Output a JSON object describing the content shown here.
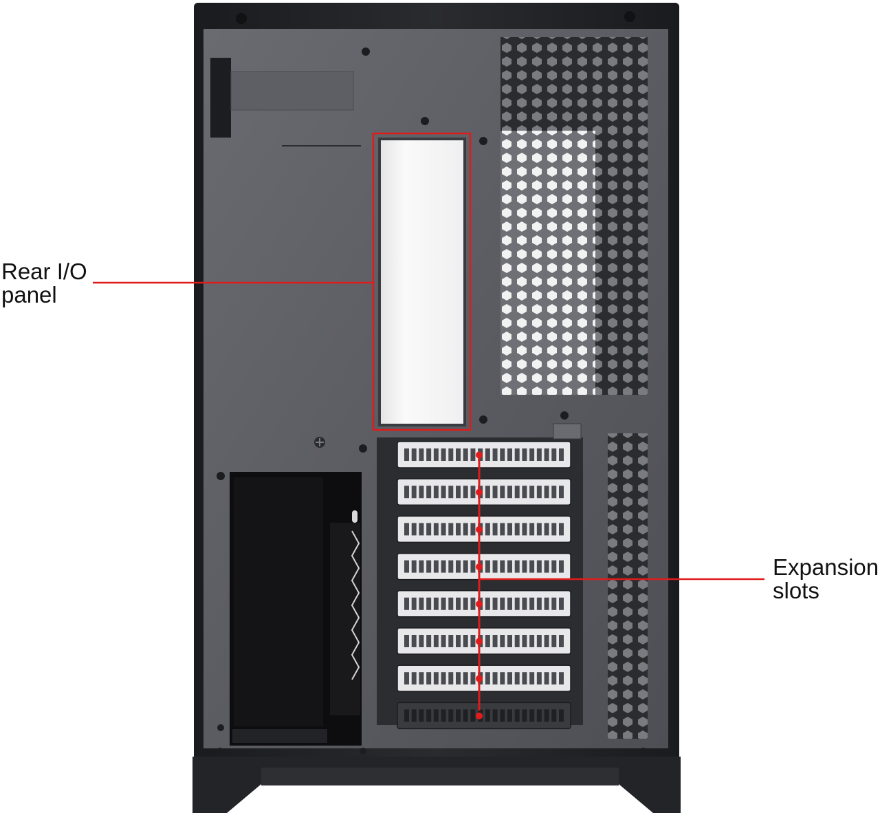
{
  "callouts": {
    "rear_io": {
      "line1": "Rear I/O",
      "line2": "panel"
    },
    "expansion": {
      "line1": "Expansion",
      "line2": "slots"
    }
  },
  "colors": {
    "case_panel": "#56575d",
    "case_frame": "#222326",
    "callout_red": "#e01b1b",
    "io_cutout": "#f4f4f4",
    "slot_cover": "#e8e8ea"
  },
  "expansion_slot_count": 8
}
